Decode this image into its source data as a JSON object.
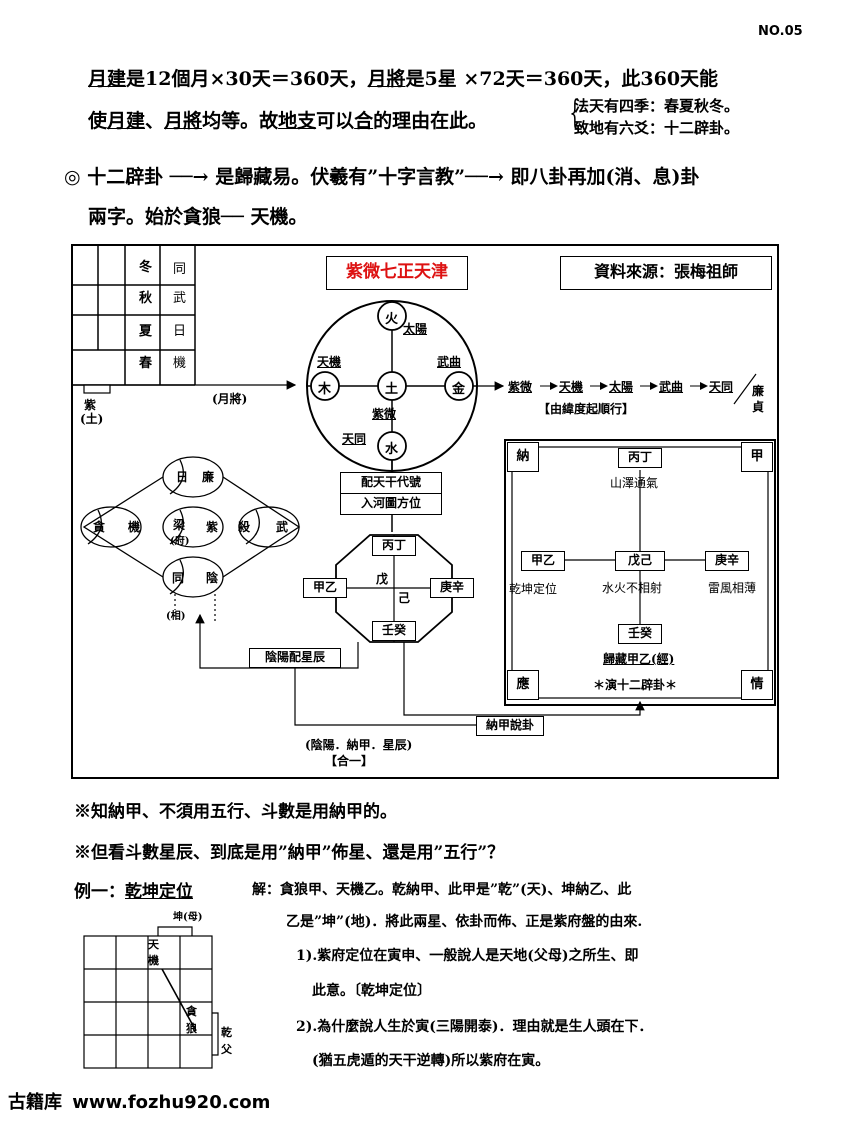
{
  "page_no": "NO.05",
  "intro": {
    "l1": {
      "a": "月建",
      "b": "是12個月",
      "c": "×",
      "d": "30天＝360天，",
      "e": "月將",
      "f": "是5星",
      "g": " ×",
      "h": "72天＝360天，此360天能"
    },
    "l2": {
      "a": "使",
      "b": "月建",
      "c": "、",
      "d": "月將",
      "e": "均等。故",
      "f": "地支",
      "g": "可以",
      "h": "合",
      "i": "的理由在此。"
    },
    "brace": "{",
    "side1": "法天有四季：春夏秋冬。",
    "side2": "致地有六爻：十二辟卦。",
    "l3": "◎ 十二辟卦 ──→ 是歸藏易。伏羲有”十字言教”──→ 即八卦再加(消、息)卦",
    "l4": "兩字。始於貪狼── 天機。"
  },
  "diagram": {
    "title": "紫微七正天津",
    "source": "資料來源：張梅祖師",
    "seasons": [
      "冬",
      "秋",
      "夏",
      "春"
    ],
    "season_stars": [
      "同",
      "武",
      "日",
      "機"
    ],
    "zi": "紫",
    "tu_paren": "(土)",
    "yuejiang": "(月將)",
    "circle": {
      "top": "火",
      "left": "木",
      "center": "土",
      "right": "金",
      "bottom": "水",
      "taiyang": "太陽",
      "tianji": "天機",
      "wuqu": "武曲",
      "ziwei": "紫微",
      "tiantong": "天同"
    },
    "sequence": [
      "紫微",
      "天機",
      "太陽",
      "武曲",
      "天同"
    ],
    "lianzhen": [
      "廉",
      "貞"
    ],
    "weidu": "【由緯度起順行】",
    "pei": "配天干代號",
    "ruhe": "入河圖方位",
    "oct": {
      "top": "丙丁",
      "left": "甲乙",
      "right": "庚辛",
      "bottom": "壬癸",
      "c1": "戊",
      "c2": "己"
    },
    "stars": {
      "ri": "日",
      "lian": "廉",
      "tan": "貪",
      "ji": "機",
      "liang": "梁",
      "fu": "(府)",
      "zi": "紫",
      "sha": "殺",
      "wu": "武",
      "tong": "同",
      "yin": "陰",
      "xiang": "(相)"
    },
    "yinyang_label": "陰陽配星辰",
    "najia_label": "納甲說卦",
    "combine1": "(陰陽．納甲．星辰)",
    "combine2": "【合一】",
    "najia_box": {
      "tl": "納",
      "tr": "甲",
      "bl": "應",
      "br": "情",
      "top": "丙丁",
      "top_sub": "山澤通氣",
      "left": "甲乙",
      "left_sub": "乾坤定位",
      "center": "戊己",
      "center_sub": "水火不相射",
      "right": "庚辛",
      "right_sub": "雷風相薄",
      "bottom": "壬癸",
      "bottom_sub": "歸藏甲乙(經)",
      "note": "＊演十二辟卦＊"
    }
  },
  "after": {
    "p1": "※知納甲、不須用五行、斗數是用納甲的。",
    "p2": "※但看斗數星辰、到底是用”納甲”佈星、還是用”五行”？",
    "ex_label": "例一：",
    "ex_title": "乾坤定位",
    "sol1": "解：貪狼甲、天機乙。乾納甲、此甲是”乾”(天)、坤納乙、此",
    "sol2": "乙是”坤”(地)．將此兩星、依卦而佈、正是紫府盤的由來.",
    "i1a": "1).紫府定位在寅申、一般說人是天地(父母)之所生、即",
    "i1b": "此意。〔乾坤定位〕",
    "i2a": "2).為什麼說人生於寅(三陽開泰)．理由就是生人頭在下．",
    "i2b": "(猶五虎遁的天干逆轉)所以紫府在寅。",
    "grid": {
      "kun": "坤(母)",
      "tianji": [
        "天",
        "機"
      ],
      "tanlang": [
        "貪",
        "狼"
      ],
      "qian": [
        "乾",
        "父"
      ]
    }
  },
  "footer": {
    "brand": "古籍库",
    "url": "www.fozhu920.com"
  }
}
